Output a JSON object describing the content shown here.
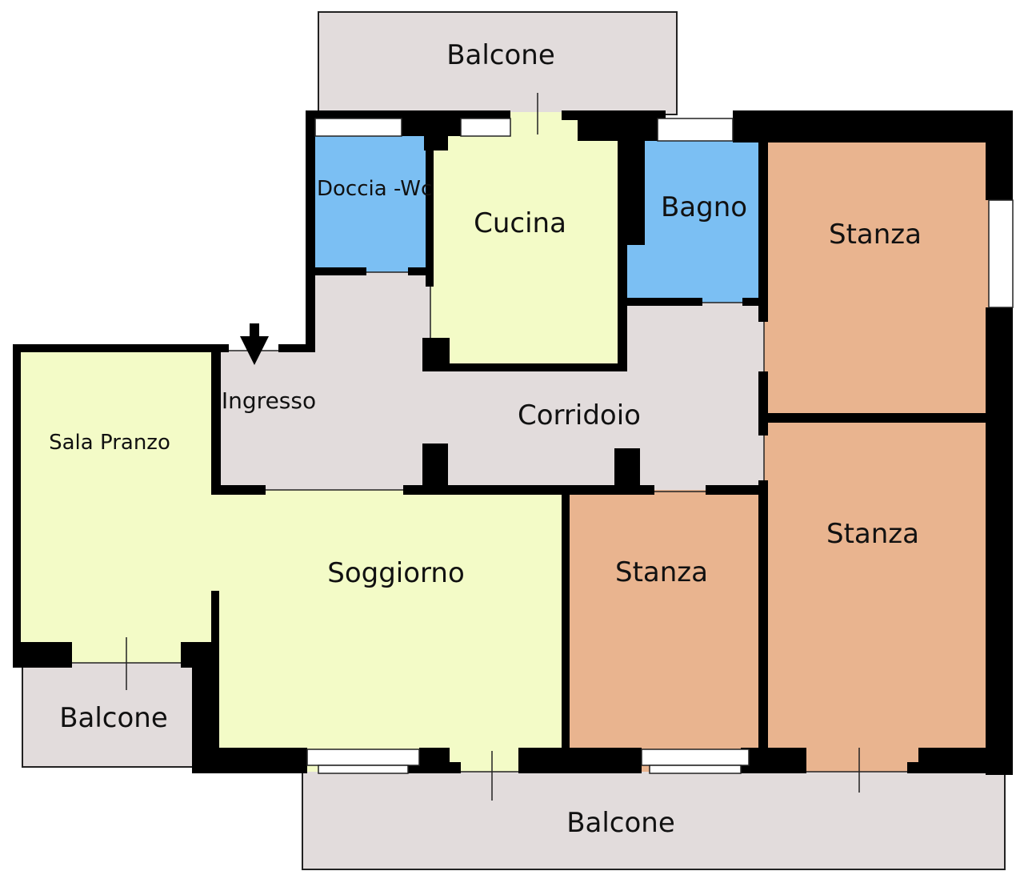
{
  "colors": {
    "wall": "#000000",
    "balcony": "#e2dcdc",
    "living": "#f3fbc7",
    "bedroom": "#e9b48f",
    "bath": "#7bbff3",
    "hall": "#e2dcdc"
  },
  "rooms": {
    "balcone_top": "Balcone",
    "doccia_wc": "Doccia -Wc",
    "cucina": "Cucina",
    "bagno": "Bagno",
    "stanza_ne": "Stanza",
    "ingresso": "Ingresso",
    "corridoio": "Corridoio",
    "sala_pranzo": "Sala Pranzo",
    "soggiorno": "Soggiorno",
    "stanza_mid": "Stanza",
    "stanza_se": "Stanza",
    "balcone_left": "Balcone",
    "balcone_bottom": "Balcone"
  },
  "icons": {
    "entrance": "arrow-down-icon"
  }
}
